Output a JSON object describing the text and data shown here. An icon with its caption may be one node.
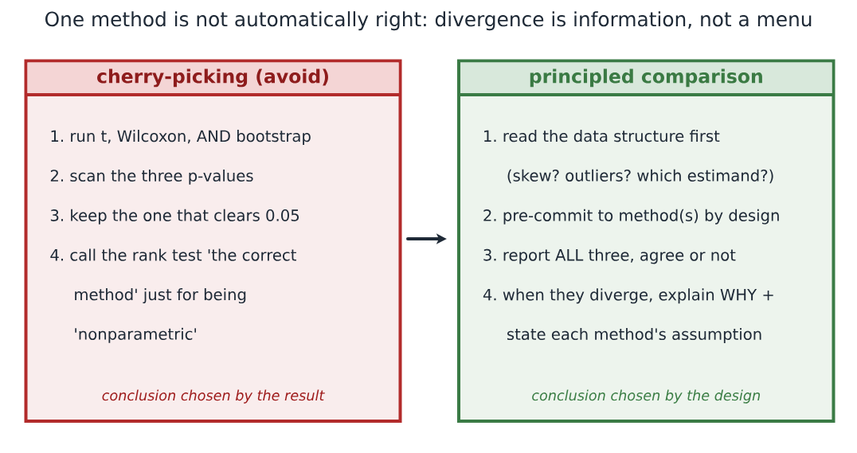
{
  "diagram": {
    "title": "One method is not automatically right: divergence is information, not a menu",
    "nodes": [
      {
        "text": [
          "cherry-picking (avoid)",
          "1. run t, Wilcoxon, AND bootstrap",
          "2. scan the three p-values",
          "3. keep the one that clears 0.05",
          "4. call the rank test 'the correct method' just for being 'nonparametric'",
          "conclusion chosen by the result"
        ]
      },
      {
        "text": [
          "principled comparison",
          "1. read the data structure first (skew? outliers? which estimand?)",
          "2. pre-commit to method(s) by design",
          "3. report ALL three, agree or not",
          "4. when they diverge, explain WHY + state each method's assumption",
          "conclusion chosen by the design"
        ]
      }
    ],
    "edges": [
      {
        "from": 0,
        "to": 1,
        "arrow": "to"
      }
    ]
  }
}
